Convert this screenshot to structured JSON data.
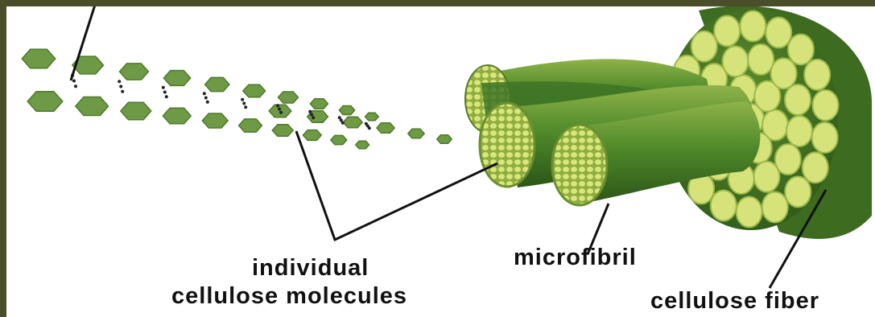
{
  "labels": {
    "molecules_line1": "individual",
    "molecules_line2": "cellulose molecules",
    "microfibril": "microfibril",
    "fiber": "cellulose fiber"
  },
  "colors": {
    "frame": "#4a4e2a",
    "background": "#ffffff",
    "glucose_unit": "#6f9a45",
    "fibril_dark": "#3f6f23",
    "fibril_light": "#c9dc6a",
    "fiber_cell": "#d6e27a"
  }
}
